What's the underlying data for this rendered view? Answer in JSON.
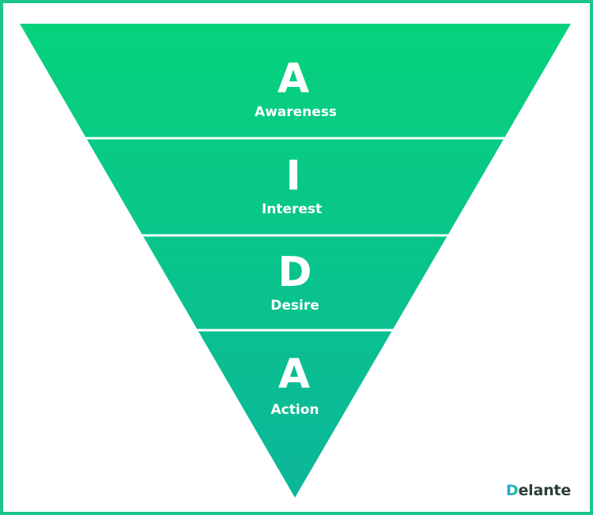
{
  "colors": {
    "frame": "#1ec58b",
    "funnel_top": "#06d27c",
    "funnel_bottom": "#0cb69a",
    "divider": "#ffffff",
    "text": "#ffffff"
  },
  "funnel": {
    "stages": [
      {
        "letter": "A",
        "label": "Awareness"
      },
      {
        "letter": "I",
        "label": "Interest"
      },
      {
        "letter": "D",
        "label": "Desire"
      },
      {
        "letter": "A",
        "label": "Action"
      }
    ]
  },
  "logo": {
    "first_letter": "D",
    "rest": "elante"
  }
}
